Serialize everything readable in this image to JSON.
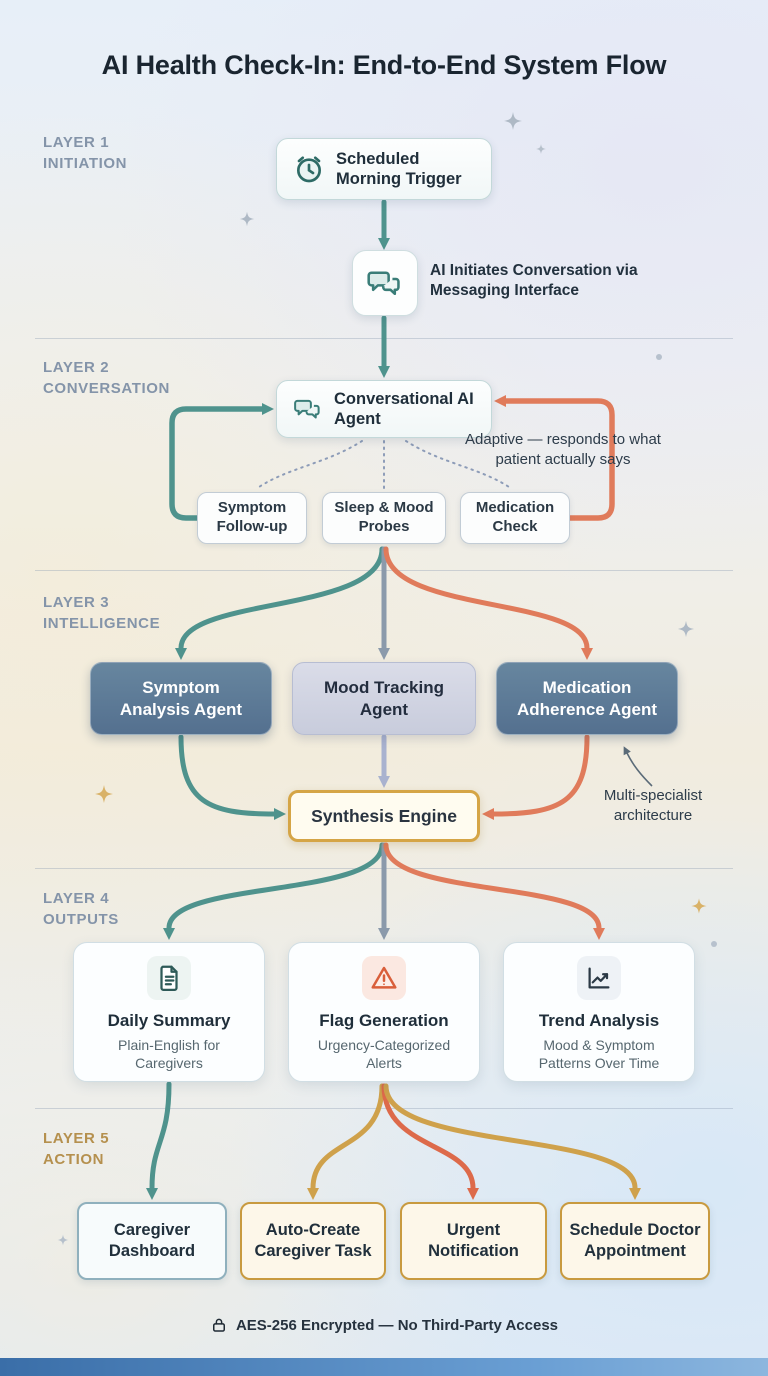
{
  "title": "AI Health Check-In: End-to-End System Flow",
  "layers": [
    {
      "tag": "LAYER 1",
      "name": "INITIATION"
    },
    {
      "tag": "LAYER 2",
      "name": "CONVERSATION"
    },
    {
      "tag": "LAYER 3",
      "name": "INTELLIGENCE"
    },
    {
      "tag": "LAYER 4",
      "name": "OUTPUTS"
    },
    {
      "tag": "LAYER 5",
      "name": "ACTION"
    }
  ],
  "initiation": {
    "trigger": "Scheduled Morning Trigger",
    "initiate_note": "AI Initiates Conversation via Messaging Interface"
  },
  "conversation": {
    "agent": "Conversational AI Agent",
    "adaptive_note": "Adaptive — responds to what patient actually says",
    "probes": [
      "Symptom Follow-up",
      "Sleep & Mood Probes",
      "Medication Check"
    ]
  },
  "intelligence": {
    "agents": [
      "Symptom Analysis Agent",
      "Mood Tracking Agent",
      "Medication Adherence Agent"
    ],
    "synthesis": "Synthesis Engine",
    "note": "Multi-specialist architecture"
  },
  "outputs": [
    {
      "title": "Daily Summary",
      "subtitle": "Plain-English for Caregivers",
      "icon": "document-icon"
    },
    {
      "title": "Flag Generation",
      "subtitle": "Urgency-Categorized Alerts",
      "icon": "warning-icon"
    },
    {
      "title": "Trend Analysis",
      "subtitle": "Mood & Symptom Patterns Over Time",
      "icon": "trend-chart-icon"
    }
  ],
  "actions": [
    "Caregiver Dashboard",
    "Auto-Create Caregiver Task",
    "Urgent Notification",
    "Schedule Doctor Appointment"
  ],
  "footer": {
    "icon": "lock-icon",
    "text": "AES-256 Encrypted — No Third-Party Access"
  },
  "colors": {
    "arrow_teal": "#4f938d",
    "arrow_slate": "#8b9aab",
    "arrow_orange": "#e07b5b",
    "arrow_lavender": "#a9b2cf",
    "arrow_gold": "#cfa14b",
    "arrow_red": "#dd6a4a",
    "agent_blue": "#5d7a9e",
    "synthesis_gold": "#d5a546",
    "bottom_bar_blue": "#3a6ea8"
  }
}
